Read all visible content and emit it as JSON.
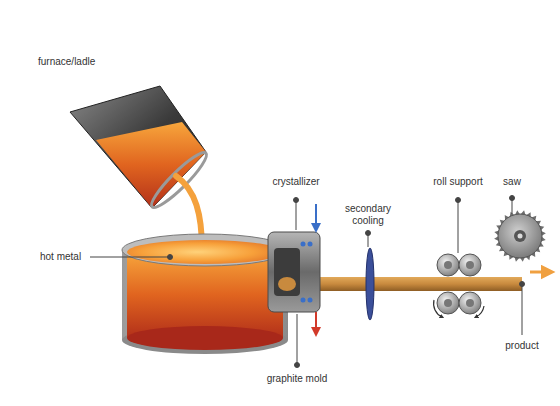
{
  "diagram": {
    "labels": [
      "furnace/ladle",
      "crystallizer",
      "secondary cooling",
      "roll support",
      "saw",
      "hot metal",
      "graphite mold",
      "product"
    ]
  }
}
